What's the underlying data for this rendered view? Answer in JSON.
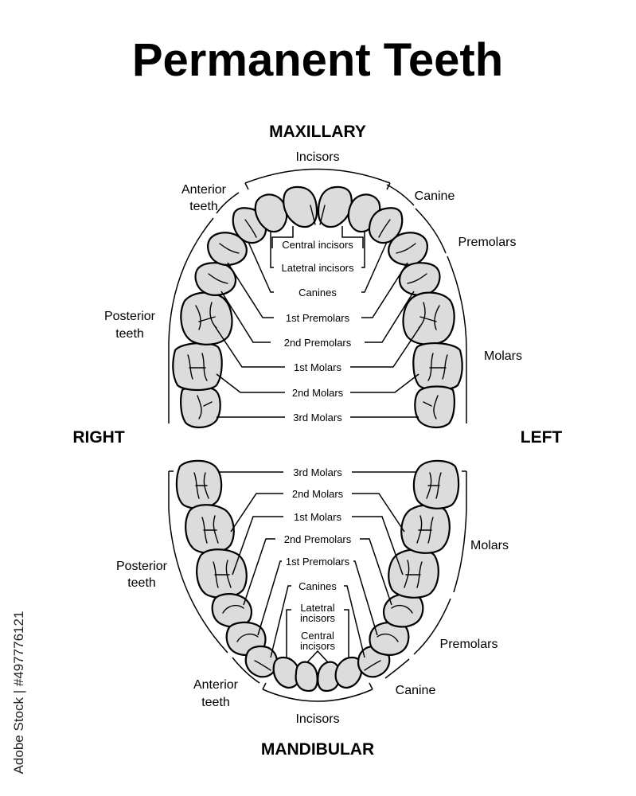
{
  "title": "Permanent Teeth",
  "maxillary": {
    "heading": "MAXILLARY",
    "groups": {
      "incisors": "Incisors",
      "anterior_line1": "Anterior",
      "anterior_line2": "teeth",
      "canine": "Canine",
      "premolars": "Premolars",
      "posterior_line1": "Posterior",
      "posterior_line2": "teeth",
      "molars": "Molars"
    },
    "tooth_labels": [
      "Central incisors",
      "Latetral incisors",
      "Canines",
      "1st Premolars",
      "2nd Premolars",
      "1st Molars",
      "2nd Molars",
      "3rd Molars"
    ]
  },
  "sides": {
    "right": "RIGHT",
    "left": "LEFT"
  },
  "mandibular": {
    "heading": "MANDIBULAR",
    "groups": {
      "molars": "Molars",
      "posterior_line1": "Posterior",
      "posterior_line2": "teeth",
      "premolars": "Premolars",
      "anterior_line1": "Anterior",
      "anterior_line2": "teeth",
      "canine": "Canine",
      "incisors": "Incisors"
    },
    "tooth_labels": [
      "3rd Molars",
      "2nd Molars",
      "1st Molars",
      "2nd Premolars",
      "1st Premolars",
      "Canines"
    ],
    "lateral_line1": "Latetral",
    "lateral_line2": "incisors",
    "central_line1": "Central",
    "central_line2": "incisors"
  },
  "stock_id": "Adobe Stock | #497776121",
  "colors": {
    "tooth_fill": "#dcdcdc",
    "outline": "#000000",
    "background": "#ffffff"
  }
}
